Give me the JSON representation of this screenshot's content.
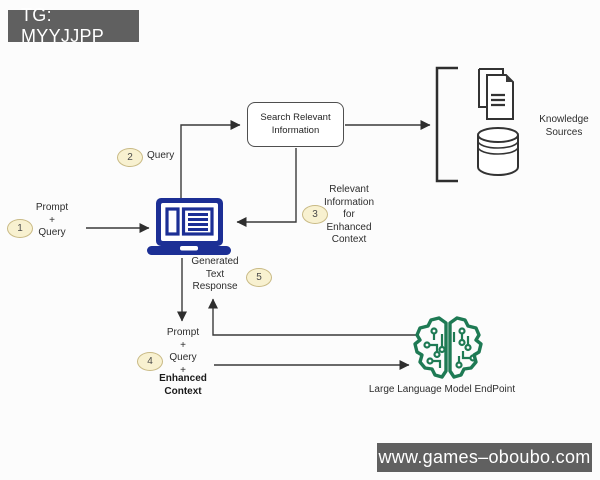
{
  "banner": {
    "tag": "TG: MYYJJPP"
  },
  "watermark": {
    "url_text": "www.games–oboubo.com"
  },
  "diagram": {
    "nodes": {
      "search_box": "Search Relevant\nInformation",
      "knowledge_sources_label": "Knowledge\nSources",
      "llm_endpoint_label": "Large Language Model EndPoint"
    },
    "edge_labels": {
      "prompt_query": "Prompt\n+\nQuery",
      "query": "Query",
      "relevant_information": "Relevant\nInformation\nfor\nEnhanced\nContext",
      "generated_text_response": "Generated\nText\nResponse",
      "prompt_query_plus": "Prompt\n+\nQuery\n+",
      "enhanced_context": "Enhanced\nContext"
    },
    "steps": [
      "1",
      "2",
      "3",
      "4",
      "5"
    ],
    "icons": [
      "laptop-icon",
      "documents-icon",
      "database-icon",
      "brain-circuit-icon",
      "bracket-group"
    ],
    "colors": {
      "laptop_blue": "#1c2f95",
      "brain_green": "#1e7a54",
      "step_badge_fill": "#f8f1d0",
      "step_badge_border": "#c9ba85",
      "connector": "#3a3a3a",
      "banner_bg": "#606060",
      "banner_text": "#ffffff"
    }
  }
}
